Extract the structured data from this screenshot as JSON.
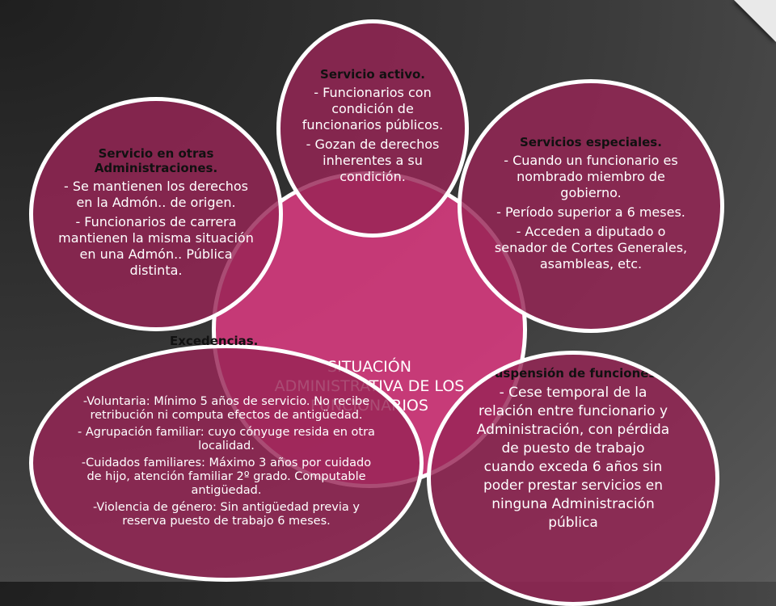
{
  "central": {
    "title": "SITUACIÓN ADMINISTRATIVA DE LOS FUNCIONARIOS"
  },
  "servicio_activo": {
    "title": "Servicio activo.",
    "items": [
      "- Funcionarios con condición de funcionarios públicos.",
      "- Gozan de derechos inherentes a su condición."
    ]
  },
  "servicios_especiales": {
    "title": "Servicios especiales.",
    "items": [
      "- Cuando un funcionario es nombrado miembro de gobierno.",
      "- Período superior a 6 meses.",
      "- Acceden a diputado o senador de Cortes Generales, asambleas, etc."
    ]
  },
  "servicio_otras": {
    "title": "Servicio en otras Administraciones.",
    "items": [
      "- Se mantienen los derechos en la Admón.. de origen.",
      "- Funcionarios de carrera mantienen la misma situación en una Admón.. Pública distinta."
    ]
  },
  "excedencias": {
    "title": "Excedencias.",
    "items": [
      "-Voluntaria: Mínimo 5 años de servicio. No recibe retribución ni computa efectos de antigüedad.",
      "- Agrupación familiar: cuyo cónyuge resida en otra localidad.",
      "-Cuidados familiares: Máximo 3 años por cuidado de hijo, atención familiar 2º grado. Computable antigüedad.",
      "-Violencia de género: Sin antigüedad previa y reserva puesto de trabajo 6 meses."
    ]
  },
  "suspension": {
    "title": "Suspensión de funciones.",
    "items": [
      "- Cese temporal de la relación entre funcionario y Administración, con pérdida de puesto de trabajo cuando exceda 6 años sin poder prestar servicios en ninguna Administración pública"
    ]
  }
}
